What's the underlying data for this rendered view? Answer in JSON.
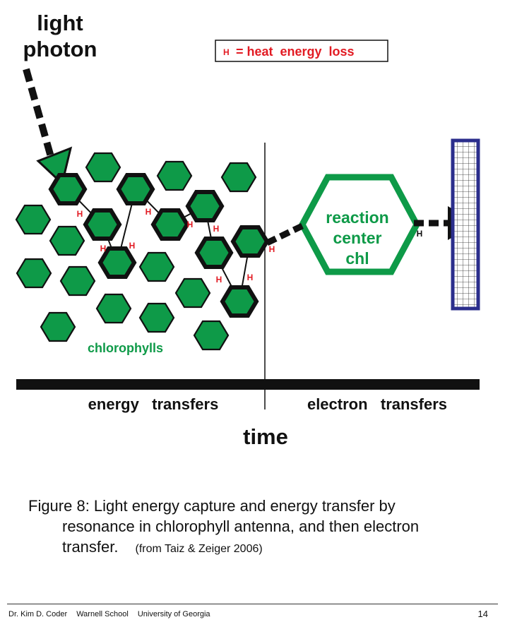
{
  "diagram": {
    "photon_label": [
      "light",
      "photon"
    ],
    "legend": {
      "symbol": "H",
      "text": "= heat  energy  loss"
    },
    "reaction_center": [
      "reaction",
      "center",
      "chl"
    ],
    "heat_symbol": "H",
    "chlorophylls_label": "chlorophylls",
    "axis": {
      "left_label": "energy   transfers",
      "right_label": "electron   transfers",
      "title": "time"
    },
    "colors": {
      "chlorophyll": "#0e9a48",
      "heat": "#e21b23",
      "acceptor": "#2b2e8c",
      "black": "#111111"
    }
  },
  "caption": {
    "line1": "Figure 8:  Light energy capture and energy transfer by",
    "line2": "resonance in chlorophyll antenna, and then electron",
    "line3": "transfer.",
    "source": "(from Taiz & Zeiger 2006)"
  },
  "footer": {
    "author": "Dr. Kim D. Coder",
    "school": "Warnell School",
    "university": "University of Georgia",
    "page": "14"
  }
}
